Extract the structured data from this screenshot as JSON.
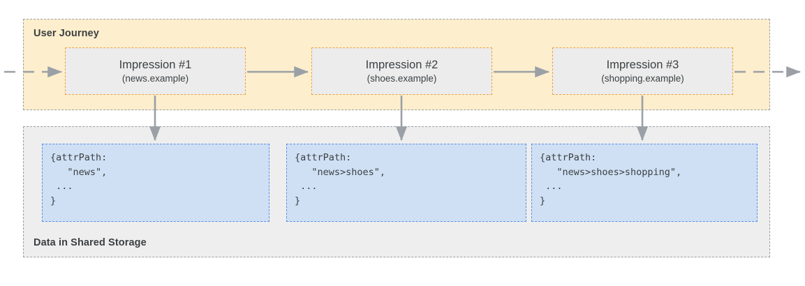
{
  "diagram": {
    "journey": {
      "label": "User Journey",
      "impressions": [
        {
          "title": "Impression #1",
          "origin": "(news.example)"
        },
        {
          "title": "Impression #2",
          "origin": "(shoes.example)"
        },
        {
          "title": "Impression #3",
          "origin": "(shopping.example)"
        }
      ]
    },
    "storage": {
      "label": "Data in Shared Storage",
      "records": [
        {
          "code": "{attrPath:\n   \"news\",\n ...\n}"
        },
        {
          "code": "{attrPath:\n   \"news>shoes\",\n ...\n}"
        },
        {
          "code": "{attrPath:\n   \"news>shoes>shopping\",\n ...\n}"
        }
      ]
    },
    "colors": {
      "journey_fill": "#fdeecd",
      "storage_fill": "#eeeeee",
      "impression_fill": "#ececec",
      "impression_border": "#f0a33a",
      "data_fill": "#cfe0f4",
      "data_border": "#5b90e0",
      "arrow": "#9aa0a6",
      "text": "#3c4043"
    }
  }
}
